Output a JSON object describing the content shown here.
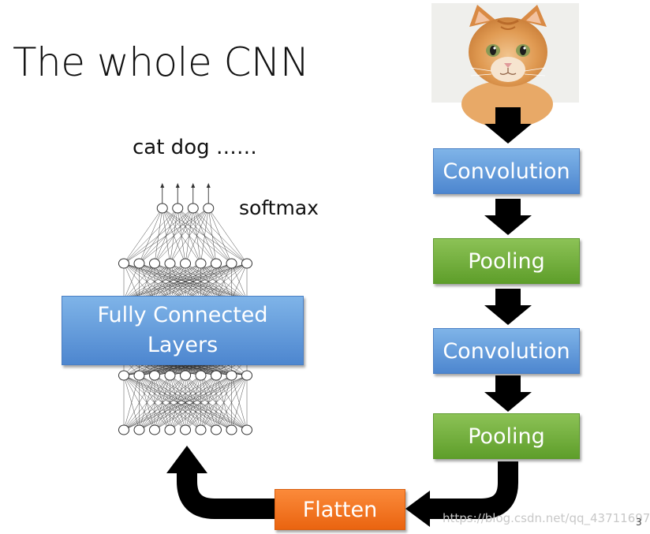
{
  "title": "The whole CNN",
  "output_labels": "cat dog ……",
  "softmax_label": "softmax",
  "fc_box": {
    "line1": "Fully Connected",
    "line2": "Layers"
  },
  "pipeline": {
    "conv1": "Convolution",
    "pool1": "Pooling",
    "conv2": "Convolution",
    "pool2": "Pooling",
    "flatten": "Flatten"
  },
  "watermark": "https://blog.csdn.net/qq_43711697",
  "page_number": "3",
  "colors": {
    "convolution": "#5b93d6",
    "pooling": "#6faa36",
    "flatten": "#f07424",
    "arrow": "#000000"
  },
  "image": {
    "subject": "cat-photo"
  }
}
